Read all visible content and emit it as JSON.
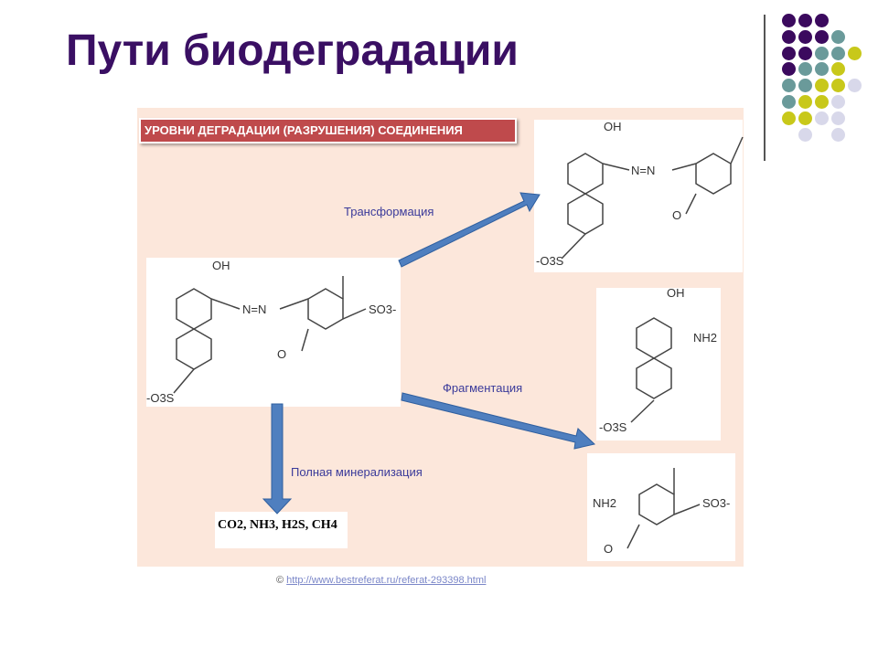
{
  "title": "Пути биодеградации",
  "banner": "УРОВНИ ДЕГРАДАЦИИ (РАЗРУШЕНИЯ) СОЕДИНЕНИЯ",
  "pathways": {
    "transformation": "Трансформация",
    "fragmentation": "Фрагментация",
    "mineralization": "Полная минерализация"
  },
  "atoms": {
    "oh": "OH",
    "azo": "N=N",
    "so3": "SO3-",
    "o3s": "-O3S",
    "nh2": "NH2",
    "methoxy": "O"
  },
  "products": {
    "co2": "CO2",
    "nh3": "NH3",
    "h2s": "H2S",
    "ch4": "CH4"
  },
  "credit": {
    "symbol": "©",
    "url": "http://www.bestreferat.ru/referat-293398.html"
  },
  "colors": {
    "purple": "#3b0a5e",
    "teal": "#6a9a9a",
    "yellow": "#c8c81a",
    "lavender": "#d8d8ea",
    "banner": "#bf4a4c",
    "arrow": "#4f7fbf"
  }
}
